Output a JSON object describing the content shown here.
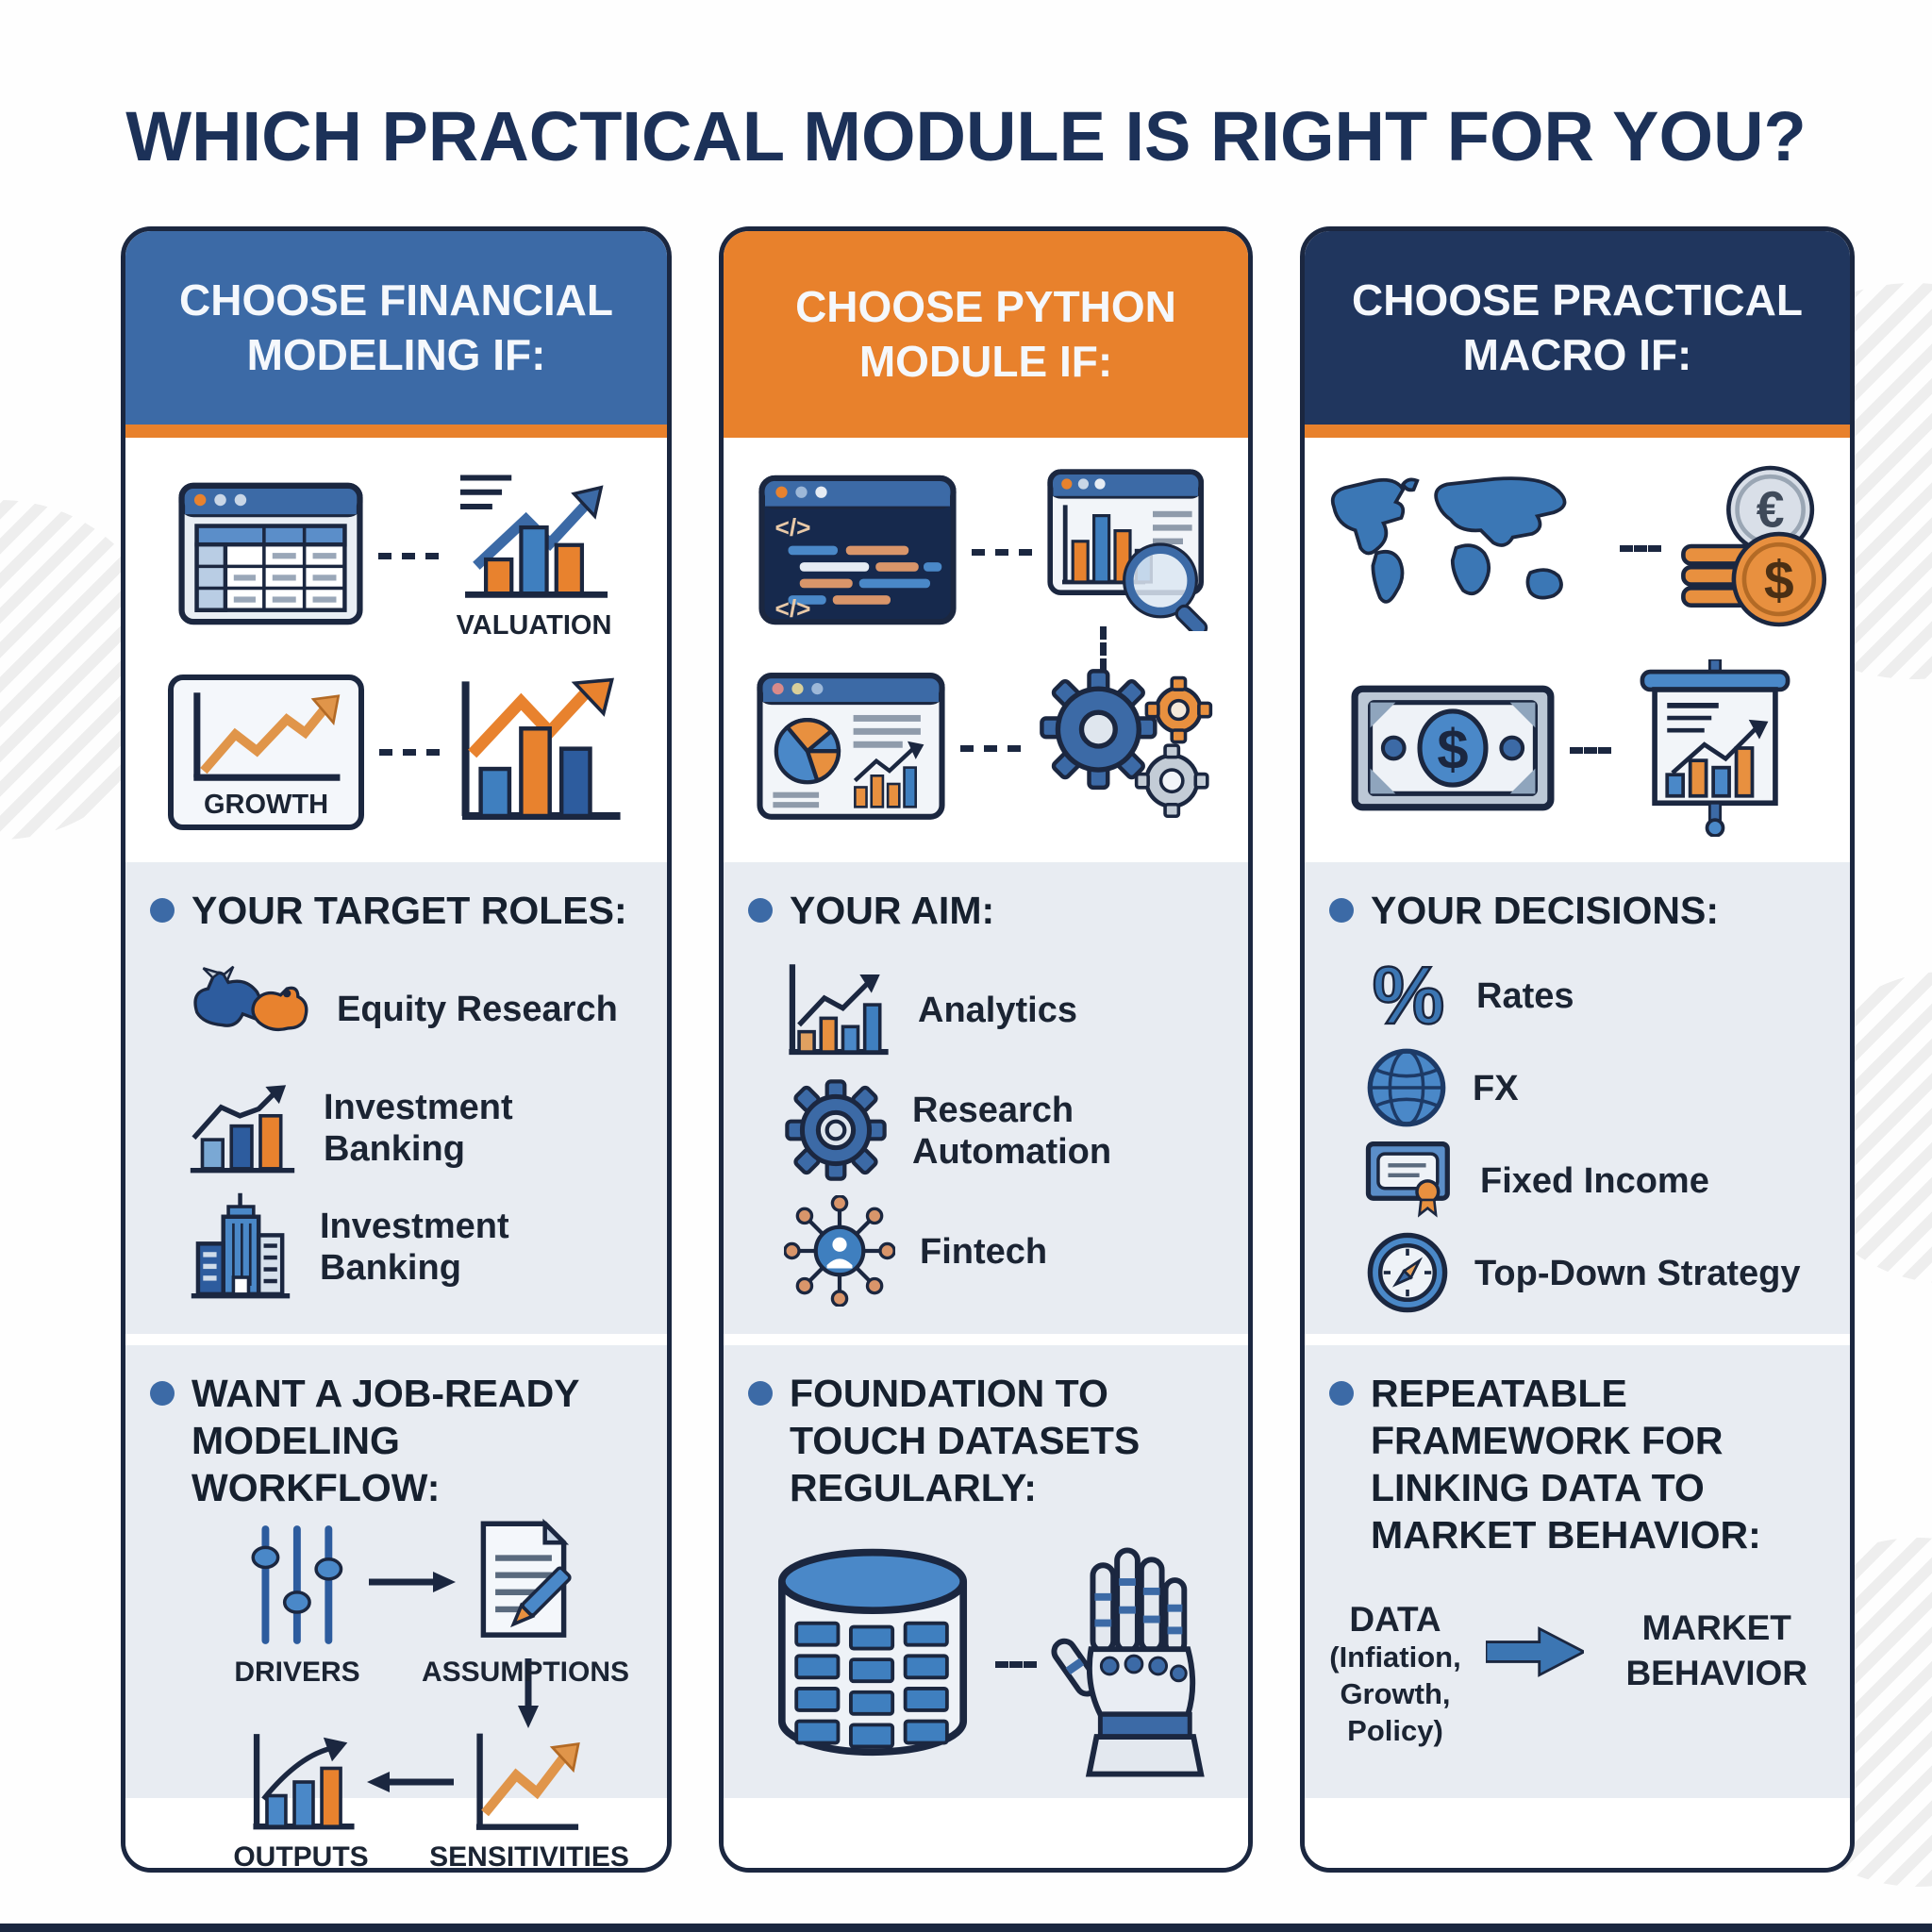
{
  "title": "WHICH PRACTICAL MODULE IS RIGHT FOR YOU?",
  "colors": {
    "navy_border": "#1b2740",
    "blue_header": "#3c6aa6",
    "orange": "#e8812c",
    "dark_header": "#20365e",
    "section_bg": "#e8ecf2",
    "title_color": "#1c3158",
    "icon_blue": "#3f7fbf",
    "icon_orange": "#e8822e"
  },
  "columns": [
    {
      "header": "CHOOSE FINANCIAL MODELING IF:",
      "top_icons": [
        "spreadsheet-window-icon",
        "valuation-bar-chart-icon",
        "growth-line-chart-icon",
        "bar-chart-up-icon"
      ],
      "icon_labels": {
        "valuation": "VALUATION",
        "growth": "GROWTH"
      },
      "roles": {
        "heading": "YOUR TARGET ROLES:",
        "items": [
          {
            "icon": "bull-bear-icon",
            "label": "Equity Research"
          },
          {
            "icon": "bar-chart-trend-icon",
            "label": "Investment Banking"
          },
          {
            "icon": "building-icon",
            "label": "Investment Banking"
          }
        ]
      },
      "workflow": {
        "heading": "WANT A JOB-READY MODELING WORKFLOW:",
        "drivers": "DRIVERS",
        "assumptions": "ASSUMPTIONS",
        "outputs": "OUTPUTS",
        "sensitivities": "SENSITIVITIES"
      }
    },
    {
      "header": "CHOOSE PYTHON MODULE IF:",
      "top_icons": [
        "code-editor-window-icon",
        "chart-magnifier-window-icon",
        "dashboard-window-icon",
        "gears-icon"
      ],
      "code_glyphs": {
        "top": "</>",
        "bottom": "</>"
      },
      "aim": {
        "heading": "YOUR AIM:",
        "items": [
          {
            "icon": "analytics-chart-icon",
            "label": "Analytics"
          },
          {
            "icon": "gear-icon",
            "label": "Research Automation"
          },
          {
            "icon": "fintech-network-icon",
            "label": "Fintech"
          }
        ]
      },
      "foundation": {
        "heading": "FOUNDATION TO TOUCH DATASETS REGULARLY:",
        "icons": [
          "database-icon",
          "robot-hand-icon"
        ]
      }
    },
    {
      "header": "CHOOSE PRACTICAL MACRO IF:",
      "top_icons": [
        "world-map-icon",
        "currency-coins-icon",
        "banknote-icon",
        "presentation-chart-icon"
      ],
      "coin_symbols": {
        "euro": "€",
        "dollar": "$"
      },
      "banknote_symbol": "$",
      "decisions": {
        "heading": "YOUR DECISIONS:",
        "items": [
          {
            "icon": "percent-icon",
            "glyph": "%",
            "label": "Rates"
          },
          {
            "icon": "globe-icon",
            "label": "FX"
          },
          {
            "icon": "certificate-icon",
            "label": "Fixed Income"
          },
          {
            "icon": "compass-icon",
            "label": "Top-Down Strategy"
          }
        ]
      },
      "framework": {
        "heading": "REPEATABLE FRAMEWORK FOR LINKING DATA TO MARKET BEHAVIOR:",
        "data_label": "DATA",
        "data_sub": [
          "(Infiation,",
          "Growth,",
          "Policy)"
        ],
        "market_label": "MARKET BEHAVIOR"
      }
    }
  ]
}
